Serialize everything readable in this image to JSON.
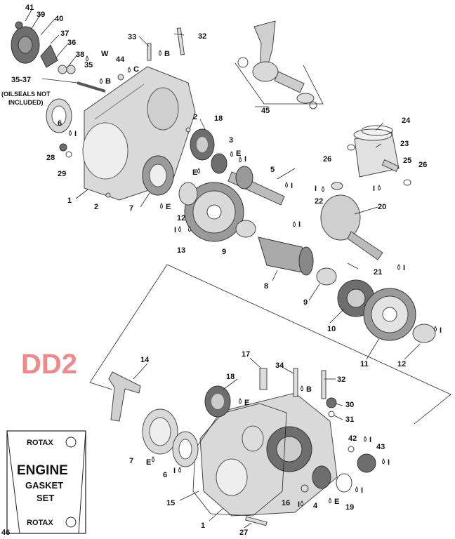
{
  "watermark": "DD2",
  "kit": {
    "brand_top": "ROTAX",
    "title_line1": "ENGINE",
    "title_line2": "GASKET",
    "title_line3": "SET",
    "brand_bottom": "ROTAX"
  },
  "note": {
    "range": "35-37",
    "line1": "(OILSEALS NOT",
    "line2": "INCLUDED)"
  },
  "callouts": {
    "c1a": "1",
    "c1b": "1",
    "c2a": "2",
    "c2b": "2",
    "c3": "3",
    "c4": "4",
    "c5": "5",
    "c6a": "6",
    "c6b": "6",
    "c7a": "7",
    "c7b": "7",
    "c8": "8",
    "c9a": "9",
    "c9b": "9",
    "c10": "10",
    "c11": "11",
    "c12a": "12",
    "c12b": "12",
    "c13": "13",
    "c14": "14",
    "c15": "15",
    "c16": "16",
    "c17": "17",
    "c18a": "18",
    "c18b": "18",
    "c19": "19",
    "c20": "20",
    "c21": "21",
    "c22": "22",
    "c23": "23",
    "c24": "24",
    "c25": "25",
    "c26a": "26",
    "c26b": "26",
    "c27": "27",
    "c28": "28",
    "c29": "29",
    "c30": "30",
    "c31": "31",
    "c32a": "32",
    "c32b": "32",
    "c33": "33",
    "c34": "34",
    "c35": "35",
    "c36": "36",
    "c37": "37",
    "c38": "38",
    "c39": "39",
    "c40": "40",
    "c41": "41",
    "c42": "42",
    "c43": "43",
    "c44": "44",
    "c45": "45",
    "c46": "46"
  },
  "lube_letters": {
    "W": "W",
    "B": "B",
    "C": "C",
    "E": "E",
    "I": "I"
  }
}
